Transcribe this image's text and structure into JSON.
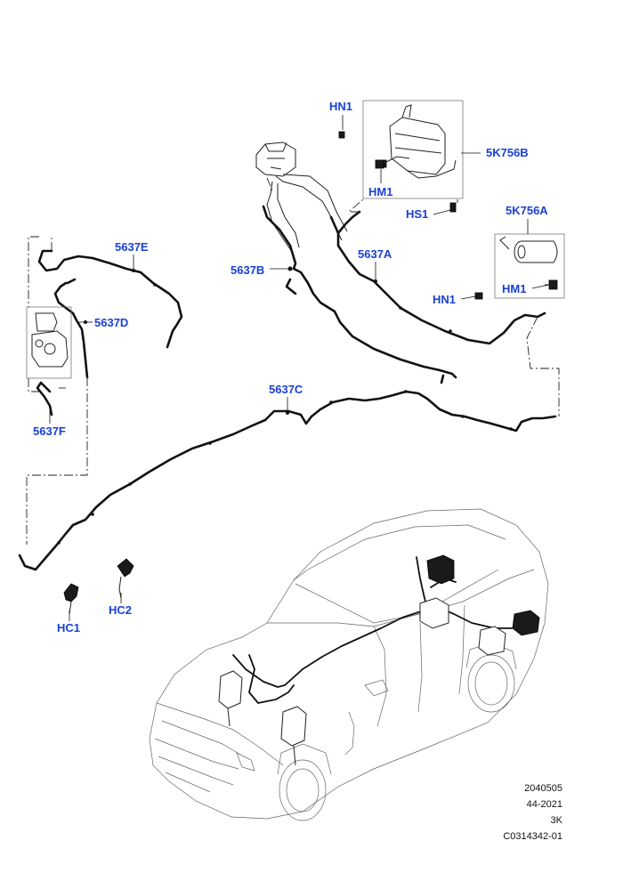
{
  "callouts": {
    "hn1_top": "HN1",
    "k756b": "5K756B",
    "hm1_top": "HM1",
    "hs1": "HS1",
    "k756a": "5K756A",
    "p5637e": "5637E",
    "p5637b": "5637B",
    "p5637a": "5637A",
    "hn1_right": "HN1",
    "hm1_right": "HM1",
    "p5637d": "5637D",
    "p5637c": "5637C",
    "p5637f": "5637F",
    "hc2": "HC2",
    "hc1": "HC1"
  },
  "reference": {
    "line1": "2040505",
    "line2": "44-2021",
    "line3": "3K",
    "line4": "C0314342-01"
  },
  "colors": {
    "callout": "#1a3fd6",
    "line": "#111111"
  }
}
